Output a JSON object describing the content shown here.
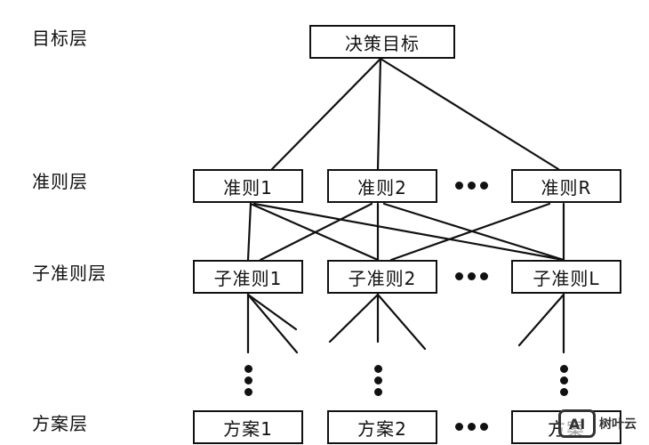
{
  "layers": {
    "goal": "目标层",
    "criteria": "准则层",
    "subcriteria": "子准则层",
    "alternatives": "方案层"
  },
  "nodes": {
    "goal": "决策目标",
    "criteria": [
      "准则1",
      "准则2",
      "准则R"
    ],
    "subcriteria": [
      "子准则1",
      "子准则2",
      "子准则L"
    ],
    "alternatives": [
      "方案1",
      "方案2",
      "方案"
    ]
  },
  "watermark": {
    "badge": "AI",
    "text": "树叶云"
  }
}
